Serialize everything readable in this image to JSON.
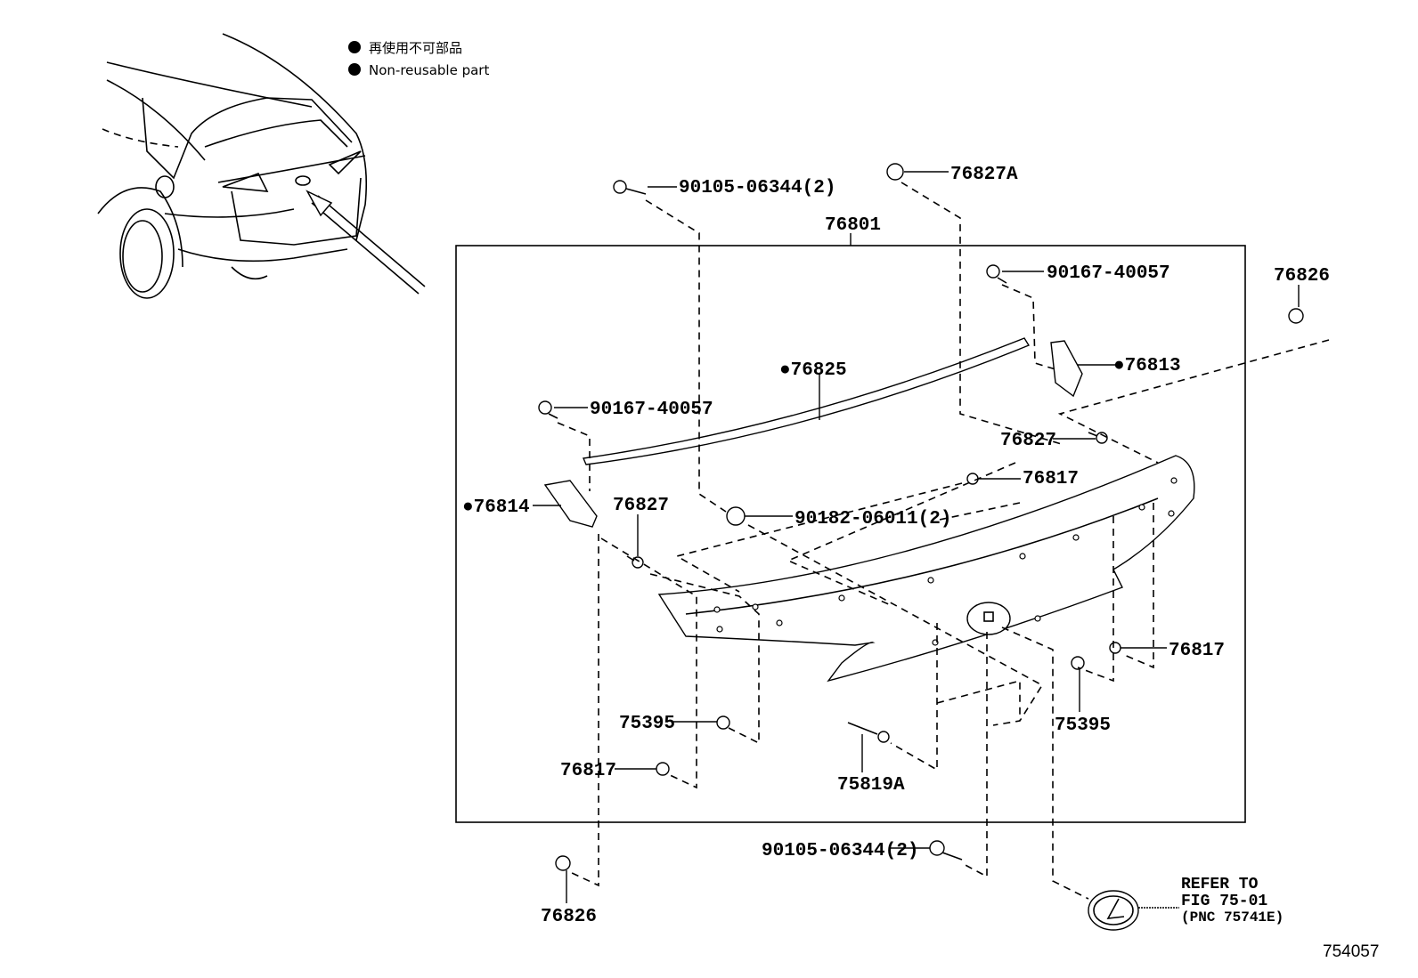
{
  "legend": {
    "items": [
      {
        "symbol": "filled-circle",
        "label": "再使用不可部品"
      },
      {
        "symbol": "filled-circle",
        "label": "Non-reusable part"
      }
    ]
  },
  "labels": {
    "bolt_top": "90105-06344(2)",
    "clip_76827A": "76827A",
    "assembly": "76801",
    "screw_right": "90167-40057",
    "nut_right": "76826",
    "molding": "●76825",
    "bracket_right": "●76813",
    "screw_left": "90167-40057",
    "clip_76827_right": "76827",
    "clip_76817_top": "76817",
    "bracket_left": "●76814",
    "clip_76827_left": "76827",
    "nut_center": "90182-06011(2)",
    "clip_76817_right": "76817",
    "clip_75395_left": "75395",
    "clip_75395_right": "75395",
    "clip_76817_left": "76817",
    "wire_75819A": "75819A",
    "bolt_bottom": "90105-06344(2)",
    "nut_left": "76826"
  },
  "refer": {
    "line1": "REFER TO",
    "line2": "FIG 75-01",
    "line3": "(PNC 75741E)"
  },
  "figure_number": "754057"
}
